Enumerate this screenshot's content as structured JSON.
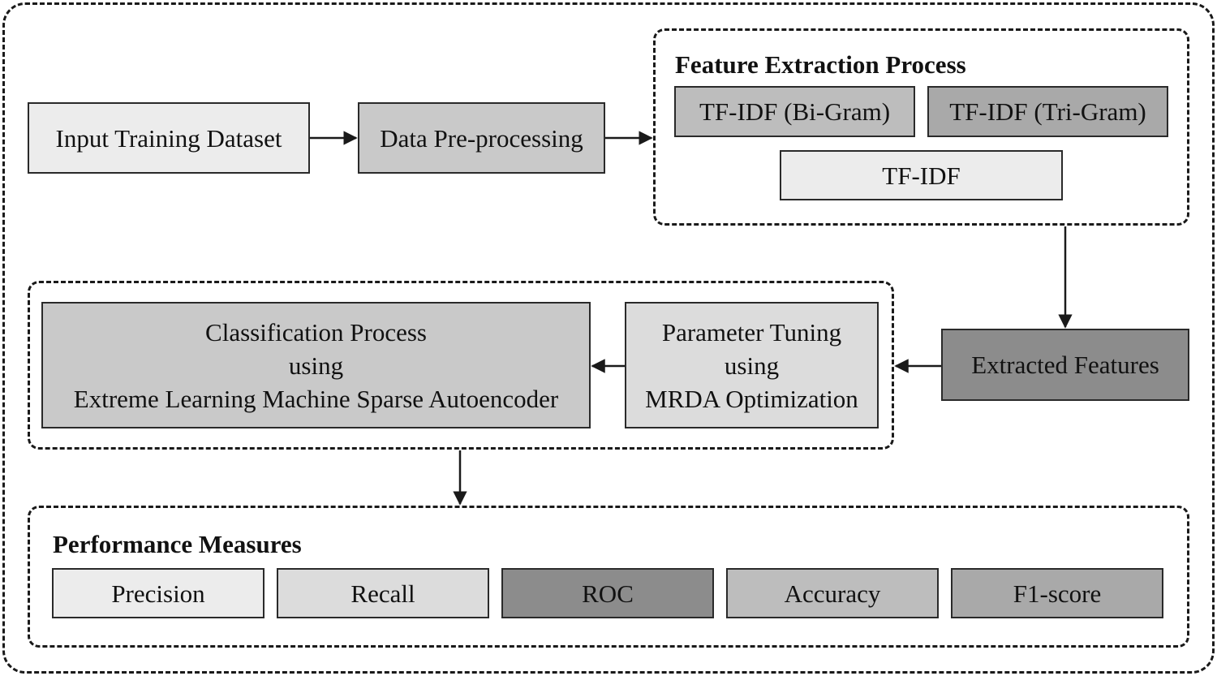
{
  "nodes": {
    "input_dataset": "Input Training Dataset",
    "preprocessing": "Data Pre-processing",
    "extracted_features": "Extracted Features",
    "parameter_tuning": [
      "Parameter Tuning",
      "using",
      "MRDA Optimization"
    ],
    "classification": [
      "Classification Process",
      "using",
      "Extreme Learning Machine Sparse Autoencoder"
    ]
  },
  "feature_extraction": {
    "title": "Feature Extraction Process",
    "items": [
      "TF-IDF (Bi-Gram)",
      "TF-IDF (Tri-Gram)",
      "TF-IDF"
    ]
  },
  "performance": {
    "title": "Performance Measures",
    "items": [
      "Precision",
      "Recall",
      "ROC",
      "Accuracy",
      "F1-score"
    ]
  },
  "colors": {
    "line": "#1a1a1a",
    "lightest": "#ececec",
    "light": "#dcdcdc",
    "medium": "#c9c9c9",
    "dark": "#8c8c8c"
  }
}
